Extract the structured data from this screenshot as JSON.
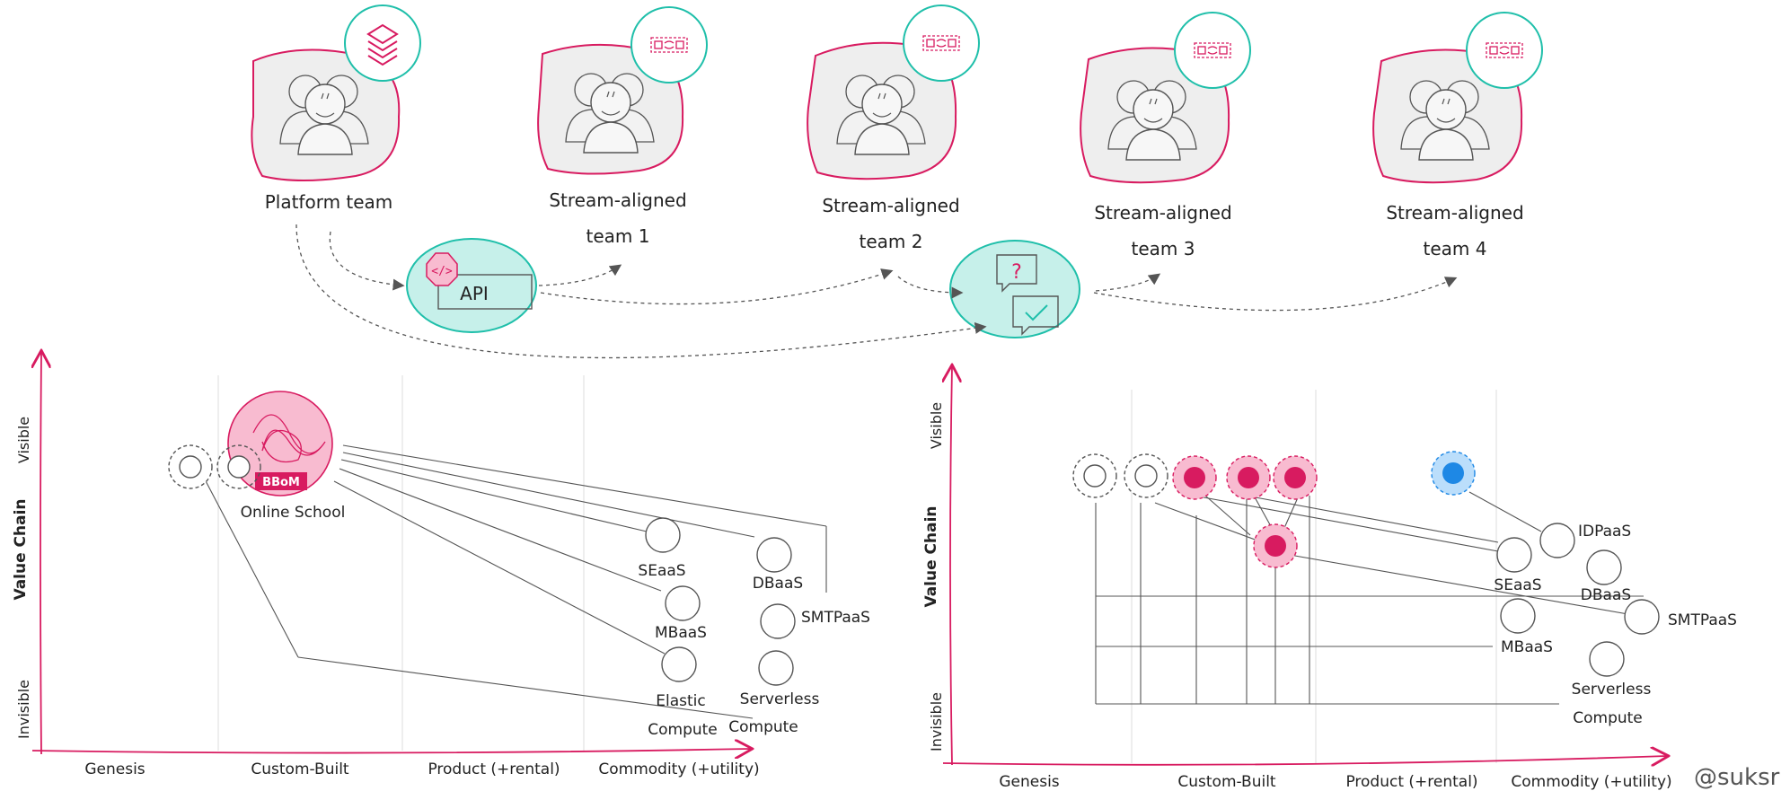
{
  "teams": {
    "platform": {
      "label": "Platform team"
    },
    "stream1": {
      "line1": "Stream-aligned",
      "line2": "team 1"
    },
    "stream2": {
      "line1": "Stream-aligned",
      "line2": "team 2"
    },
    "stream3": {
      "line1": "Stream-aligned",
      "line2": "team 3"
    },
    "stream4": {
      "line1": "Stream-aligned",
      "line2": "team 4"
    }
  },
  "interactions": {
    "api_label": "API"
  },
  "left_map": {
    "y_axis": {
      "label": "Value Chain",
      "top": "Visible",
      "bottom": "Invisible"
    },
    "x_axis": [
      "Genesis",
      "Custom-Built",
      "Product (+rental)",
      "Commodity (+utility)"
    ],
    "anchor_badge": "BBoM",
    "components": {
      "online_school": "Online School",
      "seaas": "SEaaS",
      "dbaas": "DBaaS",
      "mbaas": "MBaaS",
      "smtppaas": "SMTPaaS",
      "elastic_line1": "Elastic",
      "elastic_line2": "Compute",
      "serverless_line1": "Serverless",
      "serverless_line2": "Compute"
    }
  },
  "right_map": {
    "y_axis": {
      "label": "Value Chain",
      "top": "Visible",
      "bottom": "Invisible"
    },
    "x_axis": [
      "Genesis",
      "Custom-Built",
      "Product (+rental)",
      "Commodity (+utility)"
    ],
    "components": {
      "idpaas": "IDPaaS",
      "seaas": "SEaaS",
      "dbaas": "DBaaS",
      "smtppaas": "SMTPaaS",
      "mbaas": "MBaaS",
      "serverless_line1": "Serverless",
      "serverless_line2": "Compute"
    }
  },
  "credit": "@suksr",
  "colors": {
    "accent_pink": "#d81b60",
    "pink_fill": "#f8bbd0",
    "teal": "#1fbfaa",
    "teal_fill": "#c6f0ea",
    "blue": "#1e88e5",
    "grid": "#dddddd"
  }
}
